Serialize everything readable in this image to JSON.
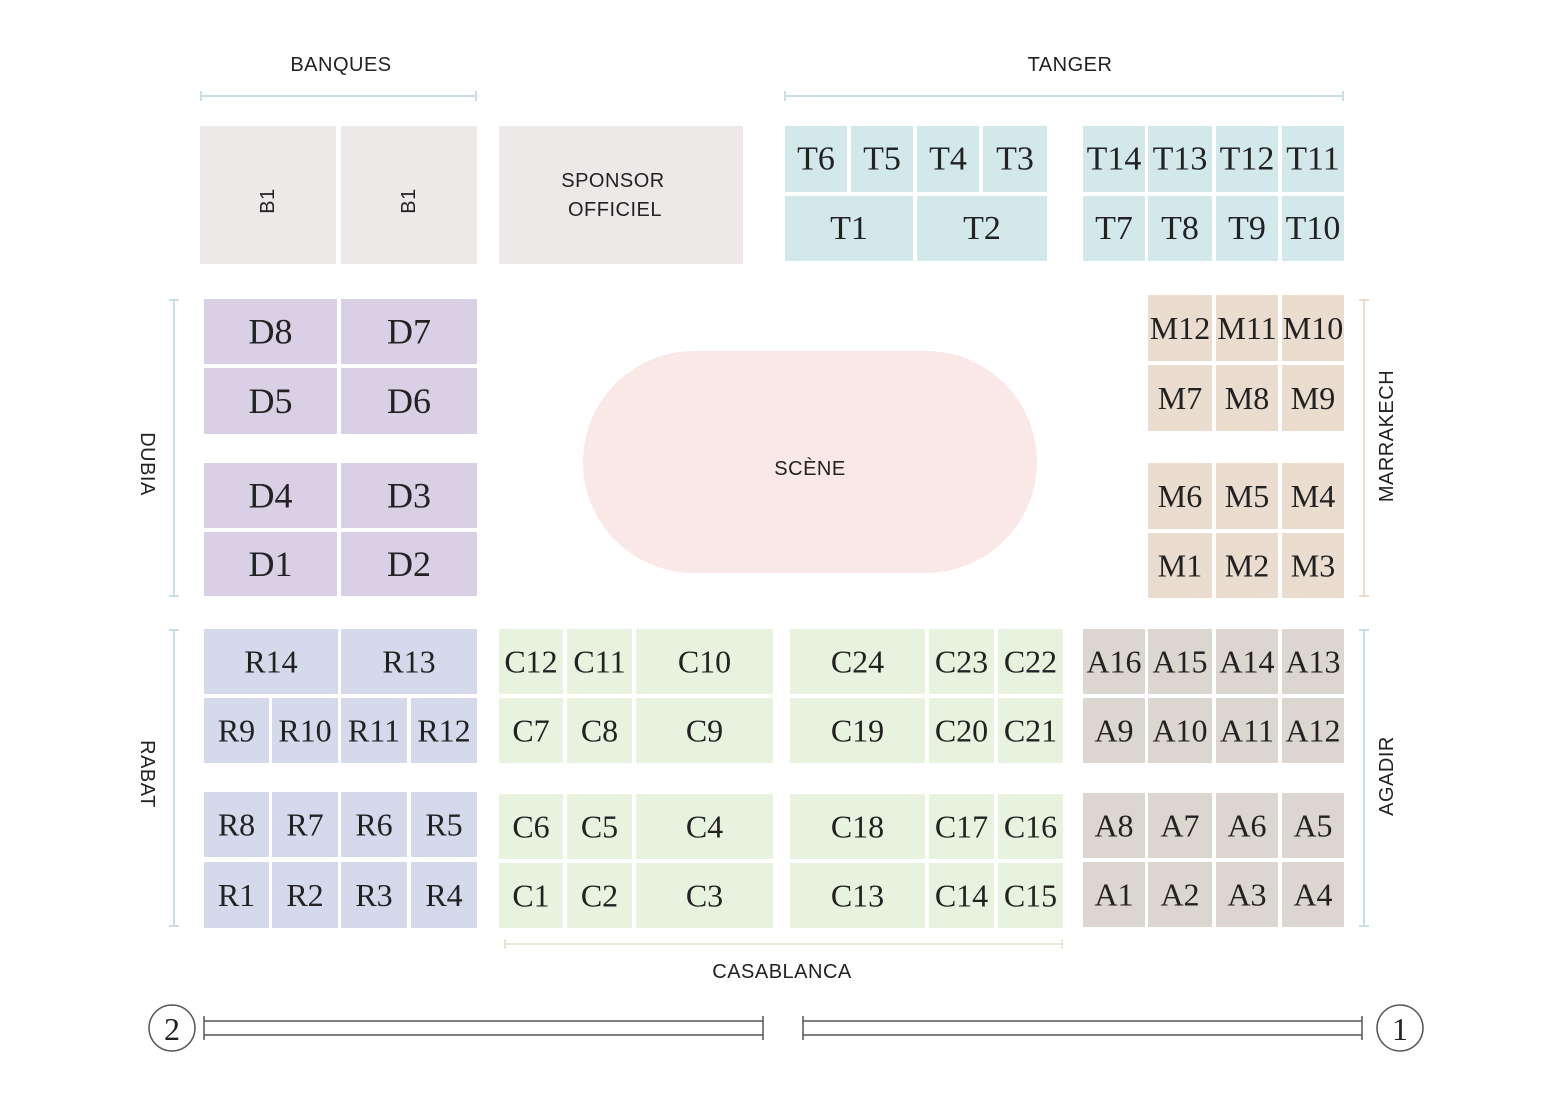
{
  "colors": {
    "banques": "#ede9e8",
    "tanger": "#d2e8eb",
    "dubia": "#d9d0e6",
    "marrakech": "#eadcce",
    "stage": "#fae8e6",
    "rabat": "#d4d9ec",
    "casablanca": "#e8f3df",
    "agadir": "#dcd6d1",
    "bracket": "#c9dfe6",
    "bracket_casablanca": "#e0ebd8",
    "rail": "#555555",
    "text": "#222222"
  },
  "zones": {
    "banques": "BANQUES",
    "tanger": "TANGER",
    "dubia": "DUBIA",
    "marrakech": "MARRAKECH",
    "rabat": "RABAT",
    "agadir": "AGADIR",
    "casablanca": "CASABLANCA"
  },
  "stage": {
    "label": "SCÈNE"
  },
  "sponsor": {
    "line1": "SPONSOR",
    "line2": "OFFICIEL"
  },
  "entrances": {
    "left": "2",
    "right": "1"
  },
  "booths": {
    "banques": [
      "B1",
      "B1"
    ],
    "tanger": [
      "T6",
      "T5",
      "T4",
      "T3",
      "T1",
      "T2",
      "T14",
      "T13",
      "T12",
      "T11",
      "T7",
      "T8",
      "T9",
      "T10"
    ],
    "dubia": [
      "D8",
      "D7",
      "D5",
      "D6",
      "D4",
      "D3",
      "D1",
      "D2"
    ],
    "marrakech": [
      "M12",
      "M11",
      "M10",
      "M7",
      "M8",
      "M9",
      "M6",
      "M5",
      "M4",
      "M1",
      "M2",
      "M3"
    ],
    "rabat": [
      "R14",
      "R13",
      "R9",
      "R10",
      "R11",
      "R12",
      "R8",
      "R7",
      "R6",
      "R5",
      "R1",
      "R2",
      "R3",
      "R4"
    ],
    "casablanca": [
      "C12",
      "C11",
      "C10",
      "C7",
      "C8",
      "C9",
      "C24",
      "C23",
      "C22",
      "C19",
      "C20",
      "C21",
      "C6",
      "C5",
      "C4",
      "C1",
      "C2",
      "C3",
      "C18",
      "C17",
      "C16",
      "C13",
      "C14",
      "C15"
    ],
    "agadir": [
      "A16",
      "A15",
      "A14",
      "A13",
      "A9",
      "A10",
      "A11",
      "A12",
      "A8",
      "A7",
      "A6",
      "A5",
      "A1",
      "A2",
      "A3",
      "A4"
    ]
  }
}
